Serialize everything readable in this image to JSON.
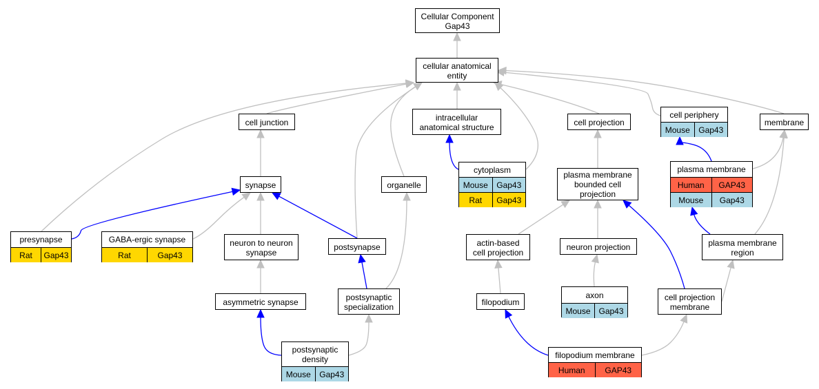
{
  "colors": {
    "is_a_edge": "#c0c0c0",
    "part_of_edge": "#0000ff",
    "Mouse": "#add8e6",
    "Rat": "#ffd700",
    "Human": "#ff6347"
  },
  "nodes": {
    "root": {
      "label": "Cellular Component\nGap43",
      "rows": []
    },
    "cae": {
      "label": "cellular anatomical\nentity",
      "rows": []
    },
    "cell_junction": {
      "label": "cell junction",
      "rows": []
    },
    "intracellular": {
      "label": "intracellular\nanatomical structure",
      "rows": []
    },
    "cell_projection": {
      "label": "cell projection",
      "rows": []
    },
    "cell_periphery": {
      "label": "cell periphery",
      "rows": [
        {
          "species": "Mouse",
          "gene": "Gap43"
        }
      ]
    },
    "membrane": {
      "label": "membrane",
      "rows": []
    },
    "synapse": {
      "label": "synapse",
      "rows": []
    },
    "organelle": {
      "label": "organelle",
      "rows": []
    },
    "cytoplasm": {
      "label": "cytoplasm",
      "rows": [
        {
          "species": "Mouse",
          "gene": "Gap43"
        },
        {
          "species": "Rat",
          "gene": "Gap43"
        }
      ]
    },
    "pmbcp": {
      "label": "plasma membrane\nbounded cell\nprojection",
      "rows": []
    },
    "plasma_membrane": {
      "label": "plasma membrane",
      "rows": [
        {
          "species": "Human",
          "gene": "GAP43"
        },
        {
          "species": "Mouse",
          "gene": "Gap43"
        }
      ]
    },
    "presynapse": {
      "label": "presynapse",
      "rows": [
        {
          "species": "Rat",
          "gene": "Gap43"
        }
      ]
    },
    "gaba": {
      "label": "GABA-ergic synapse",
      "rows": [
        {
          "species": "Rat",
          "gene": "Gap43"
        }
      ]
    },
    "n2n": {
      "label": "neuron to neuron\nsynapse",
      "rows": []
    },
    "postsynapse": {
      "label": "postsynapse",
      "rows": []
    },
    "actin": {
      "label": "actin-based\ncell projection",
      "rows": []
    },
    "neuron_projection": {
      "label": "neuron projection",
      "rows": []
    },
    "pm_region": {
      "label": "plasma membrane\nregion",
      "rows": []
    },
    "asym": {
      "label": "asymmetric synapse",
      "rows": []
    },
    "post_spec": {
      "label": "postsynaptic\nspecialization",
      "rows": []
    },
    "filopodium": {
      "label": "filopodium",
      "rows": []
    },
    "axon": {
      "label": "axon",
      "rows": [
        {
          "species": "Mouse",
          "gene": "Gap43"
        }
      ]
    },
    "cp_membrane": {
      "label": "cell projection\nmembrane",
      "rows": []
    },
    "psd": {
      "label": "postsynaptic\ndensity",
      "rows": [
        {
          "species": "Mouse",
          "gene": "Gap43"
        }
      ]
    },
    "filo_membrane": {
      "label": "filopodium membrane",
      "rows": [
        {
          "species": "Human",
          "gene": "GAP43"
        }
      ]
    }
  },
  "edges": [
    {
      "from": "cae",
      "to": "root",
      "type": "is_a"
    },
    {
      "from": "cell_junction",
      "to": "cae",
      "type": "is_a"
    },
    {
      "from": "intracellular",
      "to": "cae",
      "type": "is_a"
    },
    {
      "from": "cell_projection",
      "to": "cae",
      "type": "is_a"
    },
    {
      "from": "cell_periphery",
      "to": "cae",
      "type": "is_a"
    },
    {
      "from": "membrane",
      "to": "cae",
      "type": "is_a"
    },
    {
      "from": "presynapse",
      "to": "cae",
      "type": "is_a"
    },
    {
      "from": "postsynapse",
      "to": "cae",
      "type": "is_a"
    },
    {
      "from": "organelle",
      "to": "cae",
      "type": "is_a"
    },
    {
      "from": "cytoplasm",
      "to": "cae",
      "type": "is_a"
    },
    {
      "from": "synapse",
      "to": "cell_junction",
      "type": "is_a"
    },
    {
      "from": "cytoplasm",
      "to": "intracellular",
      "type": "part_of"
    },
    {
      "from": "pmbcp",
      "to": "cell_projection",
      "type": "is_a"
    },
    {
      "from": "plasma_membrane",
      "to": "cell_periphery",
      "type": "part_of"
    },
    {
      "from": "plasma_membrane",
      "to": "membrane",
      "type": "is_a"
    },
    {
      "from": "pm_region",
      "to": "membrane",
      "type": "is_a"
    },
    {
      "from": "presynapse",
      "to": "synapse",
      "type": "part_of"
    },
    {
      "from": "gaba",
      "to": "synapse",
      "type": "is_a"
    },
    {
      "from": "n2n",
      "to": "synapse",
      "type": "is_a"
    },
    {
      "from": "postsynapse",
      "to": "synapse",
      "type": "part_of"
    },
    {
      "from": "post_spec",
      "to": "organelle",
      "type": "is_a"
    },
    {
      "from": "actin",
      "to": "pmbcp",
      "type": "is_a"
    },
    {
      "from": "neuron_projection",
      "to": "pmbcp",
      "type": "is_a"
    },
    {
      "from": "cp_membrane",
      "to": "pmbcp",
      "type": "part_of"
    },
    {
      "from": "pm_region",
      "to": "plasma_membrane",
      "type": "part_of"
    },
    {
      "from": "asym",
      "to": "n2n",
      "type": "is_a"
    },
    {
      "from": "post_spec",
      "to": "postsynapse",
      "type": "part_of"
    },
    {
      "from": "filopodium",
      "to": "actin",
      "type": "is_a"
    },
    {
      "from": "axon",
      "to": "neuron_projection",
      "type": "is_a"
    },
    {
      "from": "cp_membrane",
      "to": "pm_region",
      "type": "is_a"
    },
    {
      "from": "psd",
      "to": "asym",
      "type": "part_of"
    },
    {
      "from": "psd",
      "to": "post_spec",
      "type": "is_a"
    },
    {
      "from": "filo_membrane",
      "to": "filopodium",
      "type": "part_of"
    },
    {
      "from": "filo_membrane",
      "to": "cp_membrane",
      "type": "is_a"
    }
  ]
}
